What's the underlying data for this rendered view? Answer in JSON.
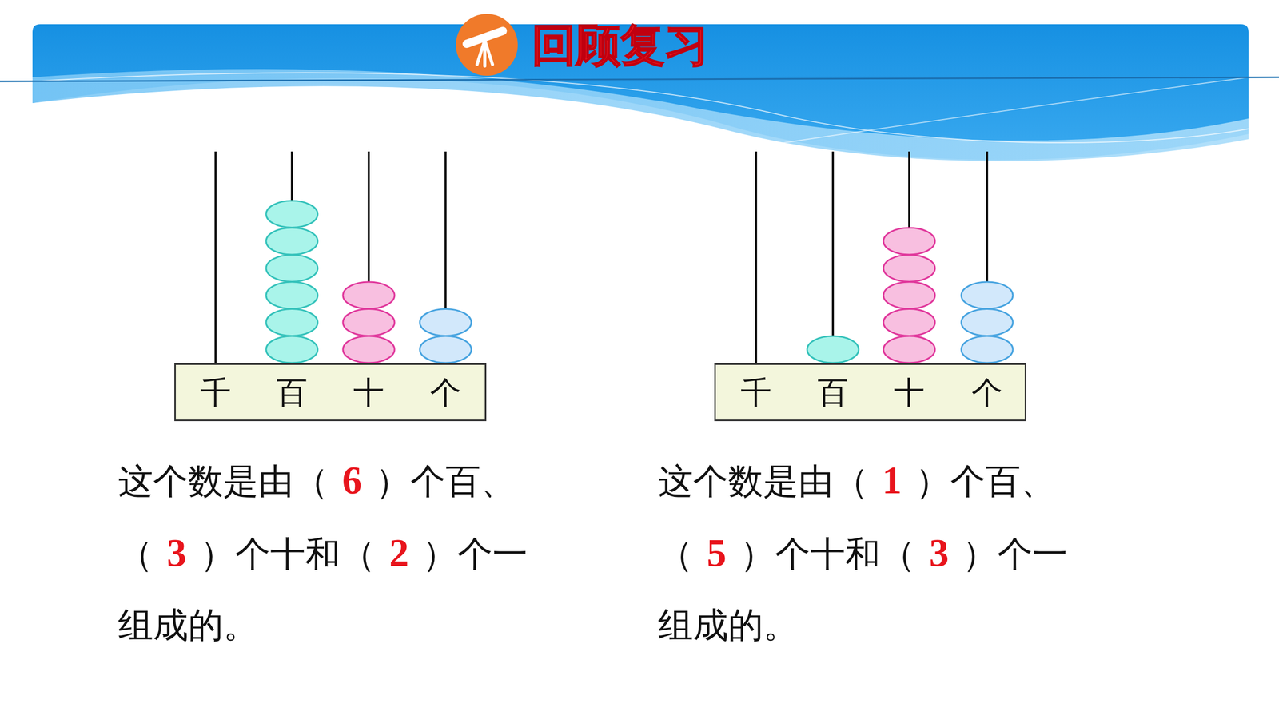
{
  "diagram": {
    "title": "回顾复习",
    "nodes": [
      {
        "text": [
          "千",
          "百",
          "十",
          "个"
        ]
      },
      {
        "text": [
          "千",
          "百",
          "十",
          "个"
        ]
      }
    ],
    "labels": [
      "这个数是由（",
      "6",
      "）个百、",
      "（",
      "3",
      "）个十和（",
      "2",
      "）个一",
      "组成的。",
      "这个数是由（",
      "1",
      "）个百、",
      "（",
      "5",
      "）个十和（",
      "3",
      "）个一",
      "组成的。"
    ]
  }
}
